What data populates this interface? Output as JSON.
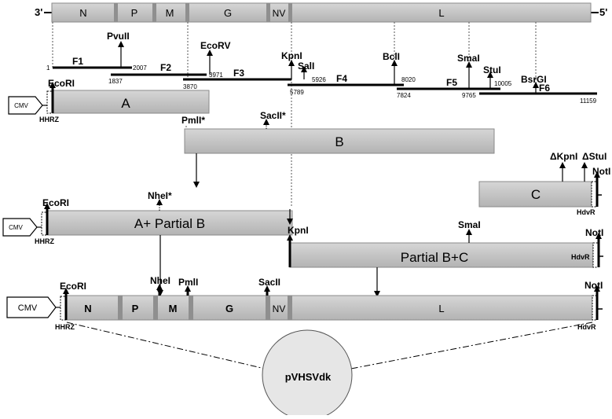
{
  "genome": {
    "left_end": "3'",
    "right_end": "5'",
    "genes": [
      "N",
      "P",
      "M",
      "G",
      "NV",
      "L"
    ]
  },
  "fragments": {
    "labels": [
      "F1",
      "F2",
      "F3",
      "F4",
      "F5",
      "F6"
    ],
    "coordinates": [
      "1",
      "2007",
      "1837",
      "3971",
      "3870",
      "5926",
      "5789",
      "8020",
      "7824",
      "10005",
      "9765",
      "11159"
    ]
  },
  "sites": {
    "pvuii": "PvuII",
    "ecorv": "EcoRV",
    "kpni": "KpnI",
    "sali": "SalI",
    "bcli": "BclI",
    "smai": "SmaI",
    "stui": "StuI",
    "bsrgi": "BsrGI",
    "ecori": "EcoRI",
    "pmli_star": "PmlI*",
    "sacii_star": "SacII*",
    "delta_kpni": "ΔKpnI",
    "delta_stui": "ΔStuI",
    "noti": "NotI",
    "nhei_star": "NheI*",
    "nhei": "NheI",
    "pmli": "PmlI",
    "sacii": "SacII"
  },
  "elements": {
    "cmv": "CMV",
    "hhrz": "HHRZ",
    "hdvr": "HdvR"
  },
  "constructs": {
    "a": "A",
    "b": "B",
    "c": "C",
    "a_partial_b": "A+ Partial B",
    "partial_b_c": "Partial B+C"
  },
  "final": {
    "genes": [
      "N",
      "P",
      "M",
      "G",
      "NV",
      "L"
    ],
    "plasmid": "pVHSVdk"
  },
  "colors": {
    "box_fill": "#c2c2c2",
    "box_stroke": "#8a8a8a",
    "divider": "#8f8f8f",
    "line": "#000000",
    "circle_fill": "#e6e6e6"
  }
}
